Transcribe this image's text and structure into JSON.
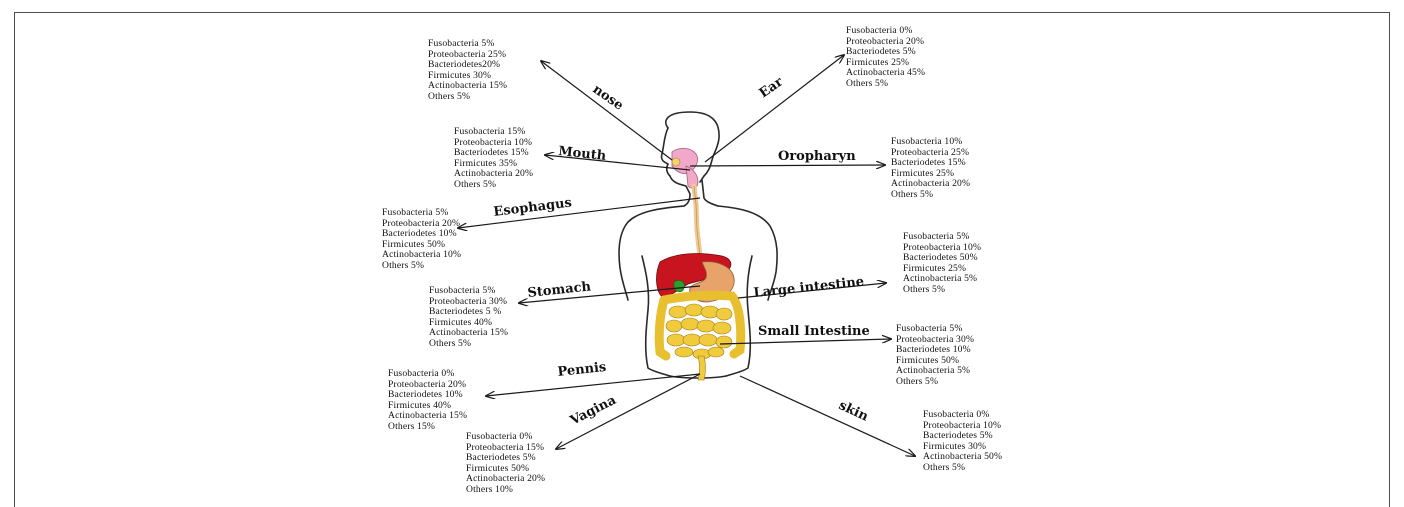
{
  "regions": {
    "nose": {
      "label": "nose",
      "lines": [
        "Fusobacteria 5%",
        "Proteobacteria 25%",
        "Bacteriodetes20%",
        "Firmicutes 30%",
        "Actinobacteria 15%",
        "Others 5%"
      ]
    },
    "ear": {
      "label": "Ear",
      "lines": [
        "Fusobacteria 0%",
        "Proteobacteria 20%",
        "Bacteriodetes 5%",
        "Firmicutes 25%",
        "Actinobacteria 45%",
        "Others 5%"
      ]
    },
    "mouth": {
      "label": "Mouth",
      "lines": [
        "Fusobacteria 15%",
        "Proteobacteria 10%",
        "Bacteriodetes 15%",
        "Firmicutes 35%",
        "Actinobacteria 20%",
        "Others 5%"
      ]
    },
    "oropharyn": {
      "label": "Oropharyn",
      "lines": [
        "Fusobacteria 10%",
        "Proteobacteria 25%",
        "Bacteriodetes 15%",
        "Firmicutes 25%",
        "Actinobacteria 20%",
        "Others 5%"
      ]
    },
    "esophagus": {
      "label": "Esophagus",
      "lines": [
        "Fusobacteria 5%",
        "Proteobacteria 20%",
        "Bacteriodetes 10%",
        "Firmicutes 50%",
        "Actinobacteria 10%",
        "Others 5%"
      ]
    },
    "large_intestine": {
      "label": "Large intestine",
      "lines": [
        "Fusobacteria 5%",
        "Proteobacteria 10%",
        "Bacteriodetes 50%",
        "Firmicutes 25%",
        "Actinobacteria 5%",
        "Others 5%"
      ]
    },
    "stomach": {
      "label": "Stomach",
      "lines": [
        "Fusobacteria 5%",
        "Proteobacteria 30%",
        "Bacteriodetes 5 %",
        "Firmicutes 40%",
        "Actinobacteria 15%",
        "Others 5%"
      ]
    },
    "small_intestine": {
      "label": "Small Intestine",
      "lines": [
        "Fusobacteria 5%",
        "Proteobacteria 30%",
        "Bacteriodetes 10%",
        "Firmicutes 50%",
        "Actinobacteria 5%",
        "Others 5%"
      ]
    },
    "pennis": {
      "label": "Pennis",
      "lines": [
        "Fusobacteria 0%",
        "Proteobacteria 20%",
        "Bacteriodetes 10%",
        "Firmicutes 40%",
        "Actinobacteria 15%",
        "Others 15%"
      ]
    },
    "vagina": {
      "label": "Vagina",
      "lines": [
        "Fusobacteria 0%",
        "Proteobacteria 15%",
        "Bacteriodetes 5%",
        "Firmicutes 50%",
        "Actinobacteria 20%",
        "Others 10%"
      ]
    },
    "skin": {
      "label": "skin",
      "lines": [
        "Fusobacteria 0%",
        "Proteobacteria 10%",
        "Bacteriodetes 5%",
        "Firmicutes 30%",
        "Actinobacteria 50%",
        "Others 5%"
      ]
    }
  },
  "colors": {
    "liver": "#c8141e",
    "gallbladder": "#2e9e2e",
    "stomach": "#e8a36a",
    "intestine": "#e8bf2e",
    "esophagus": "#f0c890",
    "airway": "#f2a8c8",
    "arrow": "#1a1a1a"
  }
}
